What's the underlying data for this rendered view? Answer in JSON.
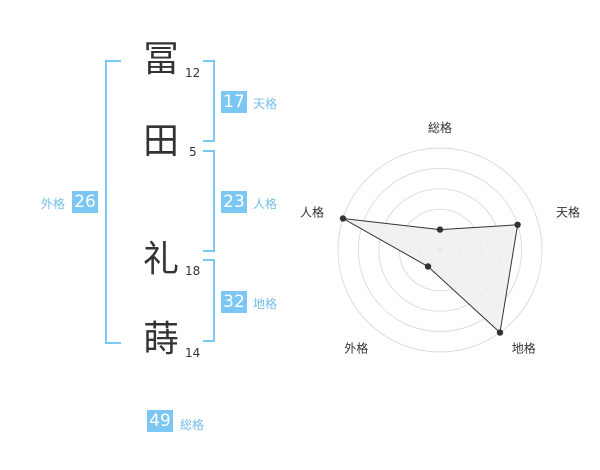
{
  "name": {
    "chars": [
      {
        "char": "冨",
        "strokes": "12"
      },
      {
        "char": "田",
        "strokes": "5"
      },
      {
        "char": "礼",
        "strokes": "18"
      },
      {
        "char": "蒔",
        "strokes": "14"
      }
    ]
  },
  "kaku": {
    "tenkaku": {
      "label": "天格",
      "value": "17"
    },
    "jinkaku": {
      "label": "人格",
      "value": "23"
    },
    "chikaku": {
      "label": "地格",
      "value": "32"
    },
    "gaikaku": {
      "label": "外格",
      "value": "26"
    },
    "soukaku": {
      "label": "総格",
      "value": "49"
    }
  },
  "chart_data": {
    "type": "radar",
    "axes": [
      "総格",
      "天格",
      "地格",
      "外格",
      "人格"
    ],
    "values": [
      1,
      4,
      5,
      1,
      5
    ],
    "rlim": [
      0,
      5
    ],
    "grid": true,
    "colors": {
      "fill": "#eeeeee",
      "line": "#333333",
      "grid": "#dddddd"
    }
  }
}
